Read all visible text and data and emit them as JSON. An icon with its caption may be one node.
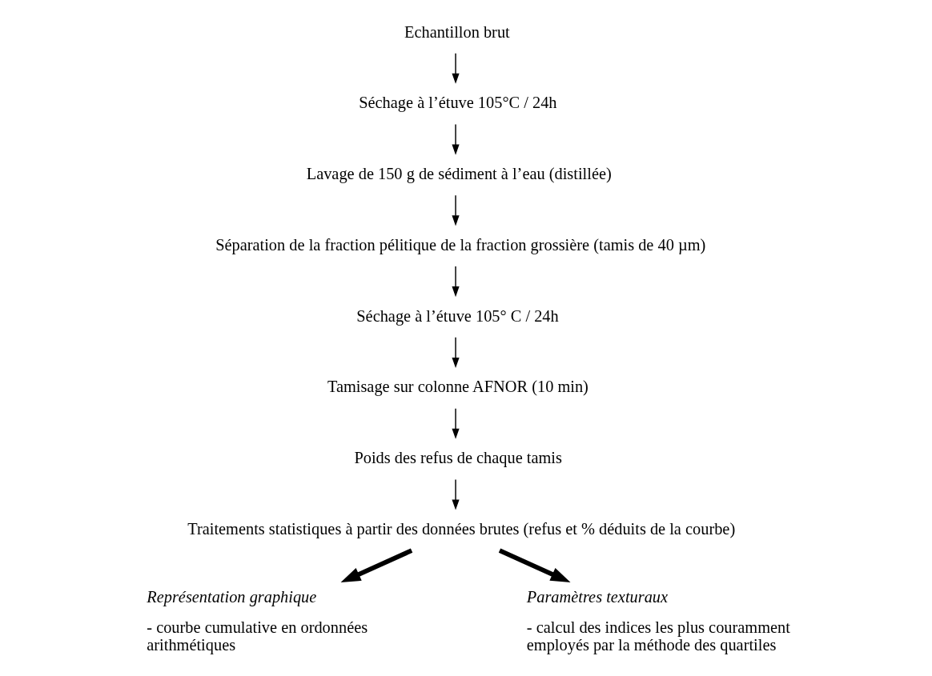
{
  "diagram": {
    "nodes": [
      {
        "text": [
          "Echantillon brut"
        ]
      },
      {
        "text": [
          "Séchage à l’étuve 105°C / 24h"
        ]
      },
      {
        "text": [
          "Lavage de 150 g de sédiment à l’eau (distillée)"
        ]
      },
      {
        "text": [
          "Séparation de la fraction pélitique de la fraction grossière (tamis de 40 µm)"
        ]
      },
      {
        "text": [
          "Séchage à l’étuve 105° C / 24h"
        ]
      },
      {
        "text": [
          "Tamisage sur colonne AFNOR (10 min)"
        ]
      },
      {
        "text": [
          "Poids des refus de chaque tamis"
        ]
      },
      {
        "text": [
          "Traitements statistiques à partir des données brutes (refus et % déduits de la courbe)"
        ]
      },
      {
        "text": [
          "Représentation graphique",
          "- courbe cumulative en ordonnées arithmétiques"
        ]
      },
      {
        "text": [
          "Paramètres texturaux",
          "- calcul des indices les plus couramment employés par la méthode des quartiles"
        ]
      }
    ],
    "edges": [
      {
        "from": 0,
        "to": 1,
        "arrow": "to"
      },
      {
        "from": 1,
        "to": 2,
        "arrow": "to"
      },
      {
        "from": 2,
        "to": 3,
        "arrow": "to"
      },
      {
        "from": 3,
        "to": 4,
        "arrow": "to"
      },
      {
        "from": 4,
        "to": 5,
        "arrow": "to"
      },
      {
        "from": 5,
        "to": 6,
        "arrow": "to"
      },
      {
        "from": 6,
        "to": 7,
        "arrow": "to"
      },
      {
        "from": 7,
        "to": 8,
        "arrow": "to",
        "style": "thick"
      },
      {
        "from": 7,
        "to": 9,
        "arrow": "to",
        "style": "thick"
      }
    ]
  }
}
